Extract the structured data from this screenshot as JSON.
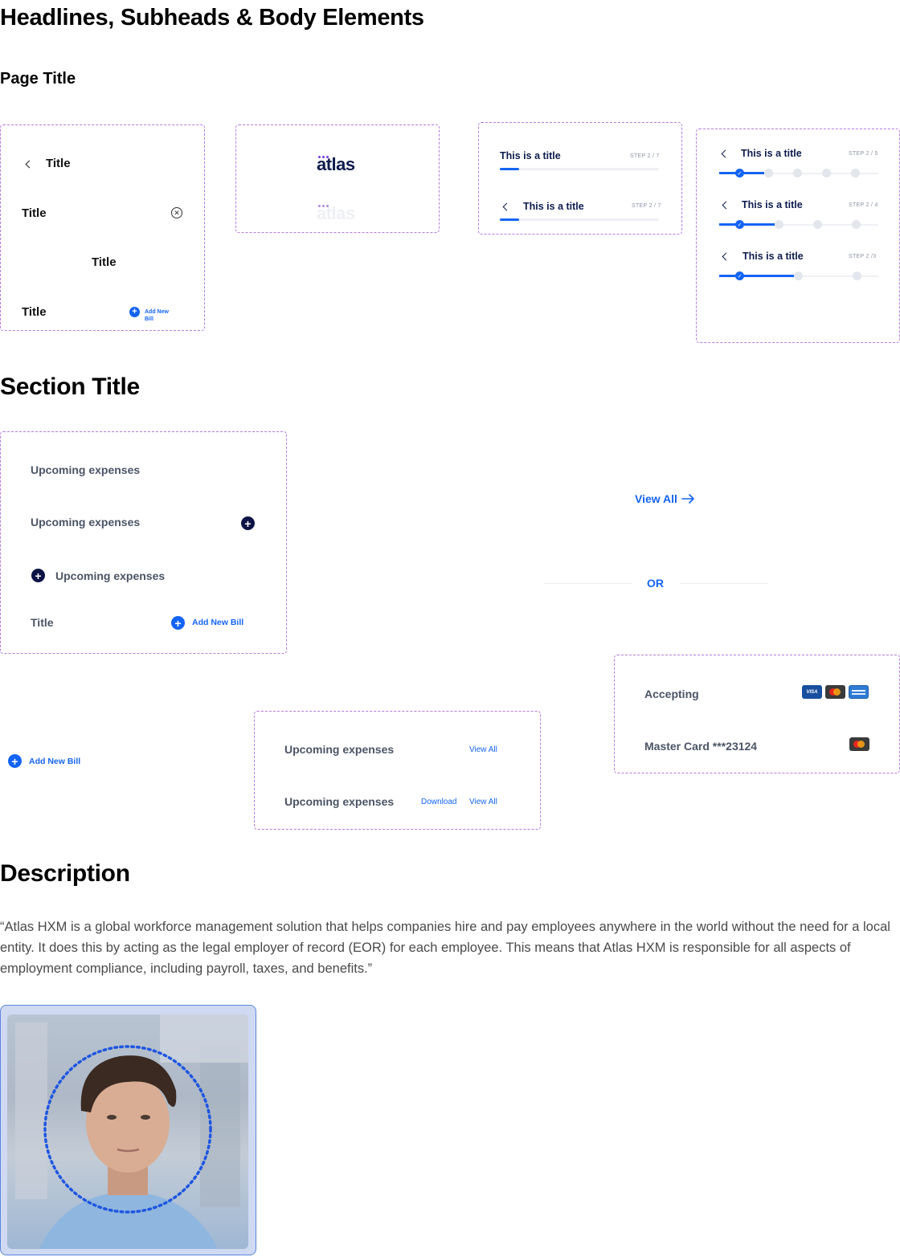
{
  "headings": {
    "main": "Headlines, Subheads & Body Elements",
    "page_title": "Page Title",
    "section_title": "Section Title",
    "description": "Description"
  },
  "page_title_frame": {
    "row1_title": "Title",
    "row2_title": "Title",
    "row3_title": "Title",
    "row4_title": "Title",
    "add_new_bill": "Add New Bill"
  },
  "logo_frame": {
    "logo_text": "atlas"
  },
  "step_frame_a": {
    "row1_title": "This is a title",
    "row1_step": "STEP 2 / 7",
    "row1_progress": 0.12,
    "row2_title": "This is a title",
    "row2_step": "STEP 2 / 7",
    "row2_progress": 0.12
  },
  "step_frame_b": {
    "rows": [
      {
        "title": "This is a title",
        "step": "STEP 2 / 5"
      },
      {
        "title": "This is a title",
        "step": "STEP 2 / 4"
      },
      {
        "title": "This is a title",
        "step": "STEP 2 /3"
      }
    ]
  },
  "section_frame": {
    "row1": "Upcoming expenses",
    "row2": "Upcoming expenses",
    "row3": "Upcoming expenses",
    "row4_title": "Title",
    "row4_action": "Add New Bill"
  },
  "view_all_link": "View All",
  "or_divider": "OR",
  "standalone_add_bill": "Add New Bill",
  "expenses_frame": {
    "row1_title": "Upcoming expenses",
    "row1_link": "View All",
    "row2_title": "Upcoming expenses",
    "row2_download": "Download",
    "row2_link": "View All"
  },
  "payment_frame": {
    "accepting": "Accepting",
    "visa_label": "VISA",
    "saved_card": "Master Card ***23124"
  },
  "description_text": "“Atlas HXM is a global workforce management solution that helps companies hire and pay employees anywhere in the world without the need for a local entity. It does this by acting as the legal employer of record (EOR) for each employee. This means that Atlas HXM is responsible for all aspects of employment compliance, including payroll, taxes, and benefits.”",
  "colors": {
    "accent": "#1464f4",
    "navy": "#0d1c4d",
    "frame_border": "#b57ae0"
  }
}
